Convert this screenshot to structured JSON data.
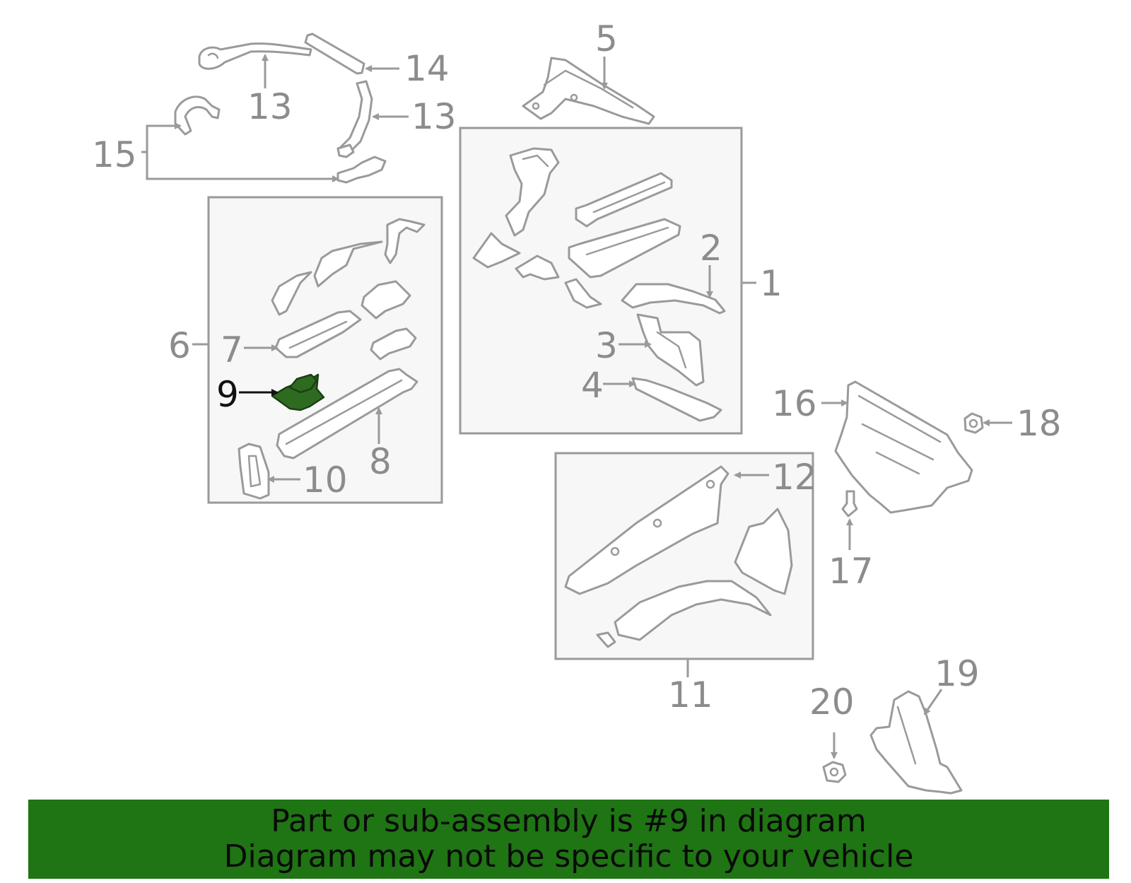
{
  "callouts": {
    "c1": "1",
    "c2": "2",
    "c3": "3",
    "c4": "4",
    "c5": "5",
    "c6": "6",
    "c7": "7",
    "c8": "8",
    "c9": "9",
    "c10": "10",
    "c11": "11",
    "c12": "12",
    "c13a": "13",
    "c13b": "13",
    "c14": "14",
    "c15": "15",
    "c16": "16",
    "c17": "17",
    "c18": "18",
    "c19": "19",
    "c20": "20"
  },
  "highlight": {
    "part": "9",
    "color": "#2e6b21"
  },
  "banner": {
    "line1": "Part or sub-assembly is #9 in diagram",
    "line2": "Diagram may not be specific to your vehicle",
    "background": "#1f7414"
  }
}
